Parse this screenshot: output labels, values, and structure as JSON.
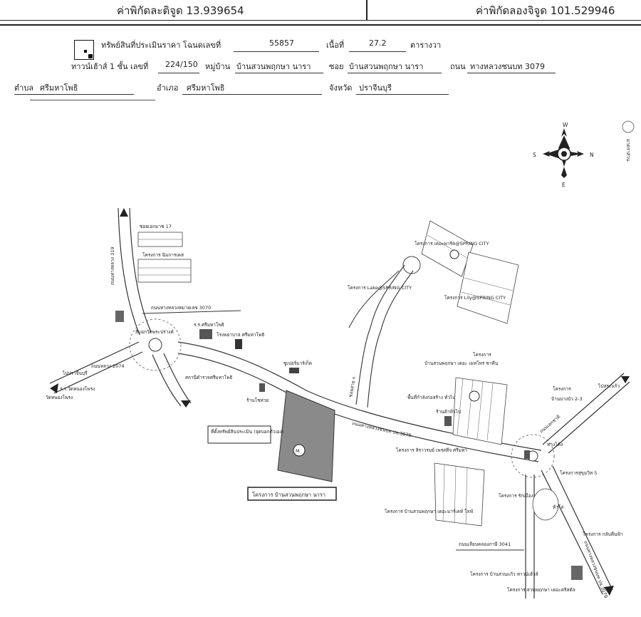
{
  "header": {
    "lat_label": "ค่าพิกัดละติจูด 13.939654",
    "lon_label": "ค่าพิกัดลองจิจูด 101.529946"
  },
  "form": {
    "property_label": "ทรัพย์สินที่ประเมินราคา โฉนดเลขที่",
    "deed_no": "55857",
    "area_label": "เนื้อที่",
    "area_value": "27.2",
    "area_unit": "ตารางวา",
    "building_label": "ทาวน์เฮ้าส์ 1 ชั้น เลขที่",
    "house_no": "224/150",
    "village_label": "หมู่บ้าน",
    "village": "บ้านสวนพฤกษา นารา",
    "soi_label": "ซอย",
    "soi": "บ้านสวนพฤกษา นารา",
    "road_label": "ถนน",
    "road": "ทางหลวงชนบท 3079",
    "subdistrict_label": "ตำบล",
    "subdistrict": "ศรีมหาโพธิ",
    "district_label": "อำเภอ",
    "district": "ศรีมหาโพธิ",
    "province_label": "จังหวัด",
    "province": "ปราจีนบุรี"
  },
  "compass": {
    "n": "N",
    "s": "S",
    "e": "E",
    "w": "W"
  },
  "side_note": "มาตราส่วน",
  "map_labels": {
    "proj_ching": "โครงการ ฉิมการเคส",
    "road_3070": "ถนนทางหลวงหมายเลข 3070",
    "soi_17": "ซอยเอกมาช 17",
    "highway_319": "ถนนทางหลวง 319",
    "roundabout": "สี่แยกวัดพระปรางค์",
    "school": "ร.ร.ศรีมหาโพธิ",
    "hospital": "โรงพยาบาล ศรีมหาโพธิ",
    "office": "สถานีตำรวจศรีมหาโพธิ",
    "supermarket": "ซูเปอร์มาร์เก็ต",
    "shop": "ร้านโชห่วย",
    "to_road": "ไปปราจีนบุรี",
    "road_2074": "ถนนหลวง 2074",
    "temple_school": "ร.ร.วัดหนองโพรง",
    "temple": "วัดหนองโพรง",
    "spring_1": "โครงการ เดอะพาร์ค@SPRING CITY",
    "spring_2": "โครงการ Lake@SPRING CITY",
    "spring_3": "โครงการ Lily@SPRING CITY",
    "soi_name": "ซอยสาย ก",
    "road_3079": "ถนนทางหลวงชนบท ปจ.3079",
    "subject": "ที่ตั้งทรัพย์สินประเมิน (จุดบอกตัวเอง)",
    "subject_project": "โครงการ บ้านสวนพฤกษา นารา",
    "proj_mid_title": "โครงการ",
    "proj_mid": "บ้านสวนพฤกษา เดอะ เมทโทร ซาคีน",
    "under_construction": "พื้นที่กำลังก่อสร้าง ทั่วไป",
    "shop_row": "ร้านค้าทั่วไป",
    "proj_siri": "โครงการ สิราวรมย์ เพรสทีจ ศรีมหา",
    "proj_suan_life": "โครงการ บ้านสวนพฤกษา เดอะมาร์เคท์ ไลฟ์",
    "proj_right_title": "โครงการ",
    "proj_right_1": "บ้านบางบัว 2-3",
    "proj_sukhum": "โครงการสุขุมวิท 5",
    "pond": "ห้าโล่",
    "proj_kab": "โครงการ กลับคืนฟ้า",
    "road_3041": "ถนนเลียบคลองภาษี 3041",
    "road_3079b": "ถนนทางหลวงชนบท ปจ.3079",
    "proj_town": "โครงการ บ้านสวนแก้ว ทาวน์เฮ้าส์",
    "proj_rak": "โครงการ รักเมือง",
    "go_right": "ไปสระแก้ว",
    "proj_soi": "โครงการ สวนพฤกษา เดอะคริสตัล",
    "road_right": "ถนนเอกชาติ",
    "kcorner": "ทางโค้ง",
    "m_label": "M"
  }
}
